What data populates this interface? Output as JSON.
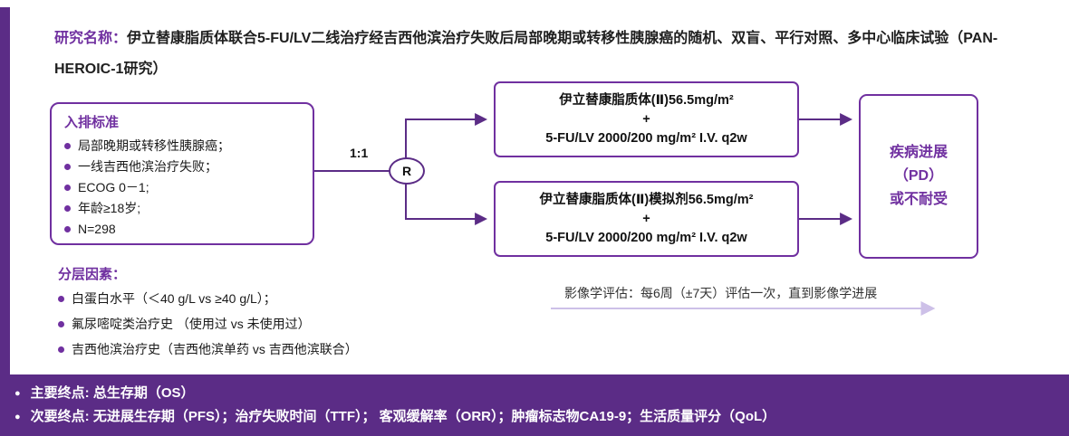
{
  "colors": {
    "accent": "#7030A0",
    "dark_purple": "#5B2C86",
    "light_arrow": "#CDC0E8",
    "banner_bg": "#5B2C86"
  },
  "icons": {
    "bullet": "●"
  },
  "title": {
    "label": "研究名称：",
    "text": "伊立替康脂质体联合5-FU/LV二线治疗经吉西他滨治疗失败后局部晚期或转移性胰腺癌的随机、双盲、平行对照、多中心临床试验（PAN-HEROIC-1研究）"
  },
  "inclusion_box": {
    "title": "入排标准",
    "items": [
      "局部晚期或转移性胰腺癌；",
      "一线吉西他滨治疗失败；",
      "ECOG 0－1;",
      "年龄≥18岁;",
      "N=298"
    ]
  },
  "randomization": {
    "ratio": "1:1",
    "symbol": "R"
  },
  "arm_top": {
    "line1": "伊立替康脂质体(Ⅱ)56.5mg/m²",
    "line2": "+",
    "line3": "5-FU/LV 2000/200 mg/m² I.V. q2w"
  },
  "arm_bottom": {
    "line1": "伊立替康脂质体(Ⅱ)模拟剂56.5mg/m²",
    "line2": "+",
    "line3": "5-FU/LV 2000/200 mg/m² I.V. q2w"
  },
  "outcome_box": {
    "line1": "疾病进展",
    "line2": "（PD）",
    "line3": "或不耐受"
  },
  "stratification": {
    "title": "分层因素：",
    "items": [
      "白蛋白水平（＜40 g/L vs ≥40 g/L）；",
      "氟尿嘧啶类治疗史 （使用过 vs 未使用过）",
      "吉西他滨治疗史（吉西他滨单药 vs 吉西他滨联合）"
    ]
  },
  "imaging_note": "影像学评估：每6周（±7天）评估一次，直到影像学进展",
  "endpoints": {
    "primary": "主要终点: 总生存期（OS）",
    "secondary": "次要终点: 无进展生存期（PFS）；治疗失败时间（TTF）； 客观缓解率（ORR）；肿瘤标志物CA19-9；生活质量评分（QoL）"
  }
}
